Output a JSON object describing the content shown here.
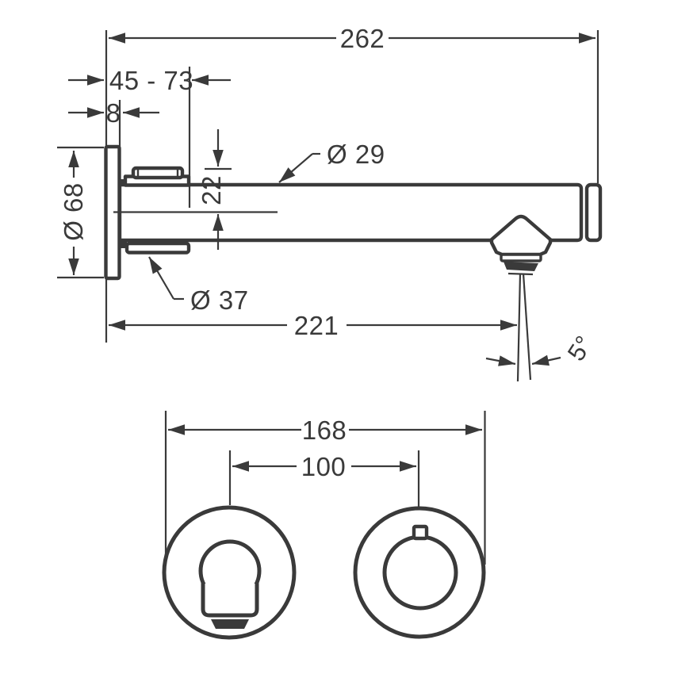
{
  "drawing": {
    "type": "technical-dimension-drawing",
    "subject": "wall-mounted basin spout with separate handle (side elevation and front view)",
    "background_color": "#ffffff",
    "line_color": "#3a3a3a",
    "side_view": {
      "total_length": "262",
      "mounting_depth_range": "45 - 73",
      "plate_thickness": "8",
      "plate_diameter": "Ø 68",
      "spout_top_offset": "22",
      "spout_diameter": "Ø 29",
      "sleeve_diameter": "Ø 37",
      "spout_reach": "221",
      "stream_angle": "5°"
    },
    "front_view": {
      "overall_width": "168",
      "centre_distance": "100"
    }
  }
}
